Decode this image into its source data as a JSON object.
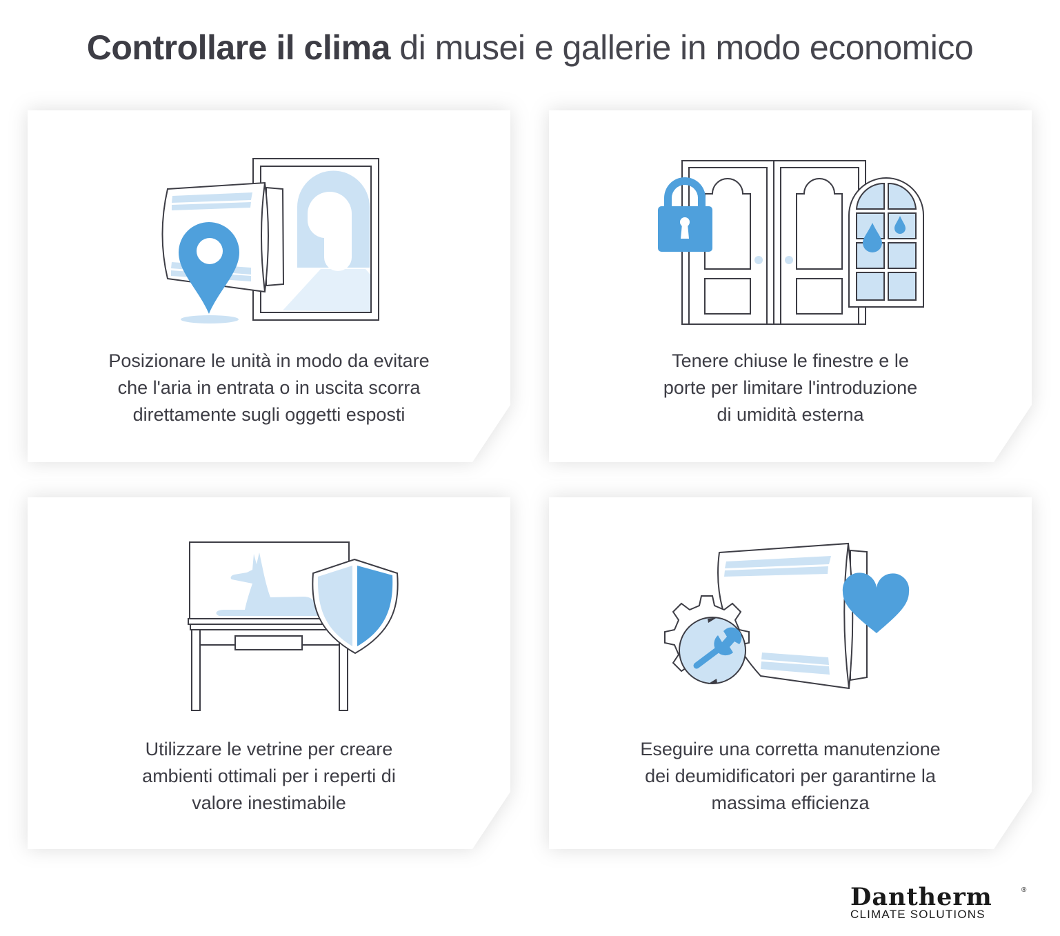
{
  "header": {
    "title_bold": "Controllare il clima",
    "title_light": " di musei e gallerie in modo economico"
  },
  "cards": [
    {
      "icon": "dehumidifier-location-pin-portrait-icon",
      "lines": [
        "Posizionare le unità in modo da evitare",
        "che l'aria in entrata o in uscita scorra",
        "direttamente sugli oggetti esposti"
      ]
    },
    {
      "icon": "locked-doors-window-humidity-icon",
      "lines": [
        "Tenere chiuse le finestre e le",
        "porte per limitare l'introduzione",
        "di umidità esterna"
      ]
    },
    {
      "icon": "display-case-shield-icon",
      "lines": [
        "Utilizzare le vetrine per creare",
        "ambienti ottimali per i reperti di",
        "valore inestimabile"
      ]
    },
    {
      "icon": "gear-wrench-dehumidifier-heart-icon",
      "lines": [
        "Eseguire una corretta manutenzione",
        "dei deumidificatori per garantirne la",
        "massima efficienza"
      ]
    }
  ],
  "logo": {
    "brand": "Dantherm",
    "registered": "®",
    "tagline": "CLIMATE SOLUTIONS"
  },
  "colors": {
    "accent_blue": "#4fa0dc",
    "light_blue": "#cce2f4",
    "outline": "#3d3d45",
    "text": "#3d3d45"
  }
}
